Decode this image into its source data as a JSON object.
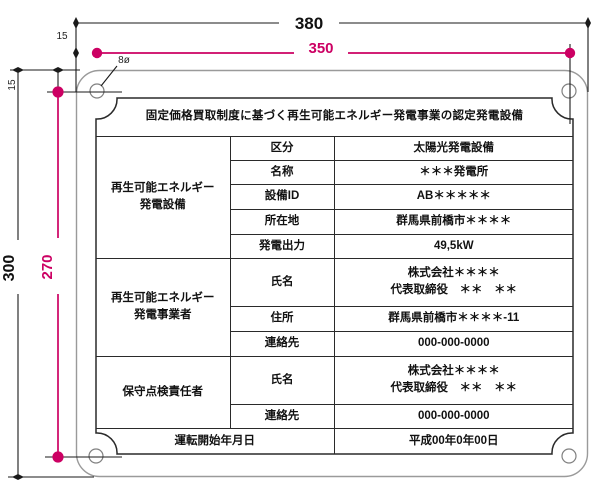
{
  "colors": {
    "accent_magenta": "#cc0063",
    "line_black": "#1a1a1a",
    "plate_outline_gray": "#9a9a9a"
  },
  "dimensions": {
    "overall_width": "380",
    "hole_span_width": "350",
    "overall_height": "300",
    "hole_span_height": "270",
    "edge_offset_top": "15",
    "edge_offset_left": "15",
    "hole_diameter": "8ø"
  },
  "plate": {
    "title": "固定価格買取制度に基づく再生可能エネルギー発電事業の認定発電設備",
    "sections": [
      {
        "group": [
          "再生可能エネルギー",
          "発電設備"
        ],
        "rows": [
          {
            "label": "区分",
            "value": "太陽光発電設備"
          },
          {
            "label": "名称",
            "value": "＊＊＊発電所"
          },
          {
            "label": "設備ID",
            "value": "AB＊＊＊＊＊"
          },
          {
            "label": "所在地",
            "value": "群馬県前橋市＊＊＊＊"
          },
          {
            "label": "発電出力",
            "value": "49,5kW"
          }
        ]
      },
      {
        "group": [
          "再生可能エネルギー",
          "発電事業者"
        ],
        "rows": [
          {
            "label": "氏名",
            "value_lines": [
              "株式会社＊＊＊＊",
              "代表取締役　＊＊　＊＊"
            ]
          },
          {
            "label": "住所",
            "value": "群馬県前橋市＊＊＊＊-11"
          },
          {
            "label": "連絡先",
            "value": "000-000-0000"
          }
        ]
      },
      {
        "group": [
          "保守点検責任者"
        ],
        "rows": [
          {
            "label": "氏名",
            "value_lines": [
              "株式会社＊＊＊＊",
              "代表取締役　＊＊　＊＊"
            ]
          },
          {
            "label": "連絡先",
            "value": "000-000-0000"
          }
        ]
      }
    ],
    "footer": {
      "label": "運転開始年月日",
      "value": "平成00年0年00日"
    }
  }
}
